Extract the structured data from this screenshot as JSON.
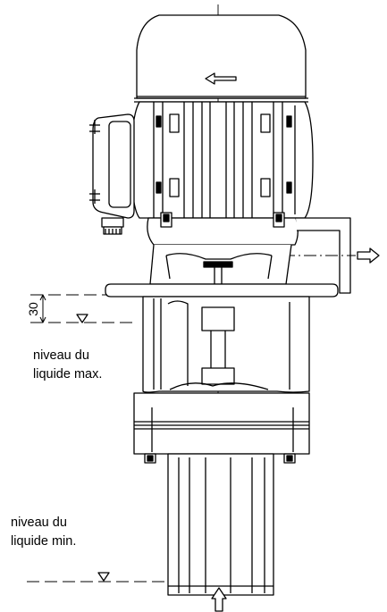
{
  "labels": {
    "level_max_line1": "niveau du",
    "level_max_line2": "liquide max.",
    "level_min_line1": "niveau du",
    "level_min_line2": "liquide min.",
    "dimension": "30"
  },
  "colors": {
    "stroke": "#000000",
    "background": "#ffffff"
  },
  "icons": {
    "rotation": "left-arrow-icon",
    "outlet": "right-arrow-icon",
    "inlet": "up-arrow-icon",
    "level_mark": "triangle-down-icon"
  }
}
